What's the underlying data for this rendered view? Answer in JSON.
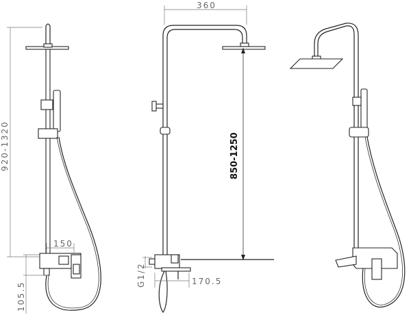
{
  "dimensions": {
    "head_reach": "360",
    "rail_height_range": "850-1250",
    "total_height_range": "920-1320",
    "mixer_center": "150",
    "mixer_height": "105.5",
    "thread": "G1/2",
    "spout_reach": "170.5"
  }
}
